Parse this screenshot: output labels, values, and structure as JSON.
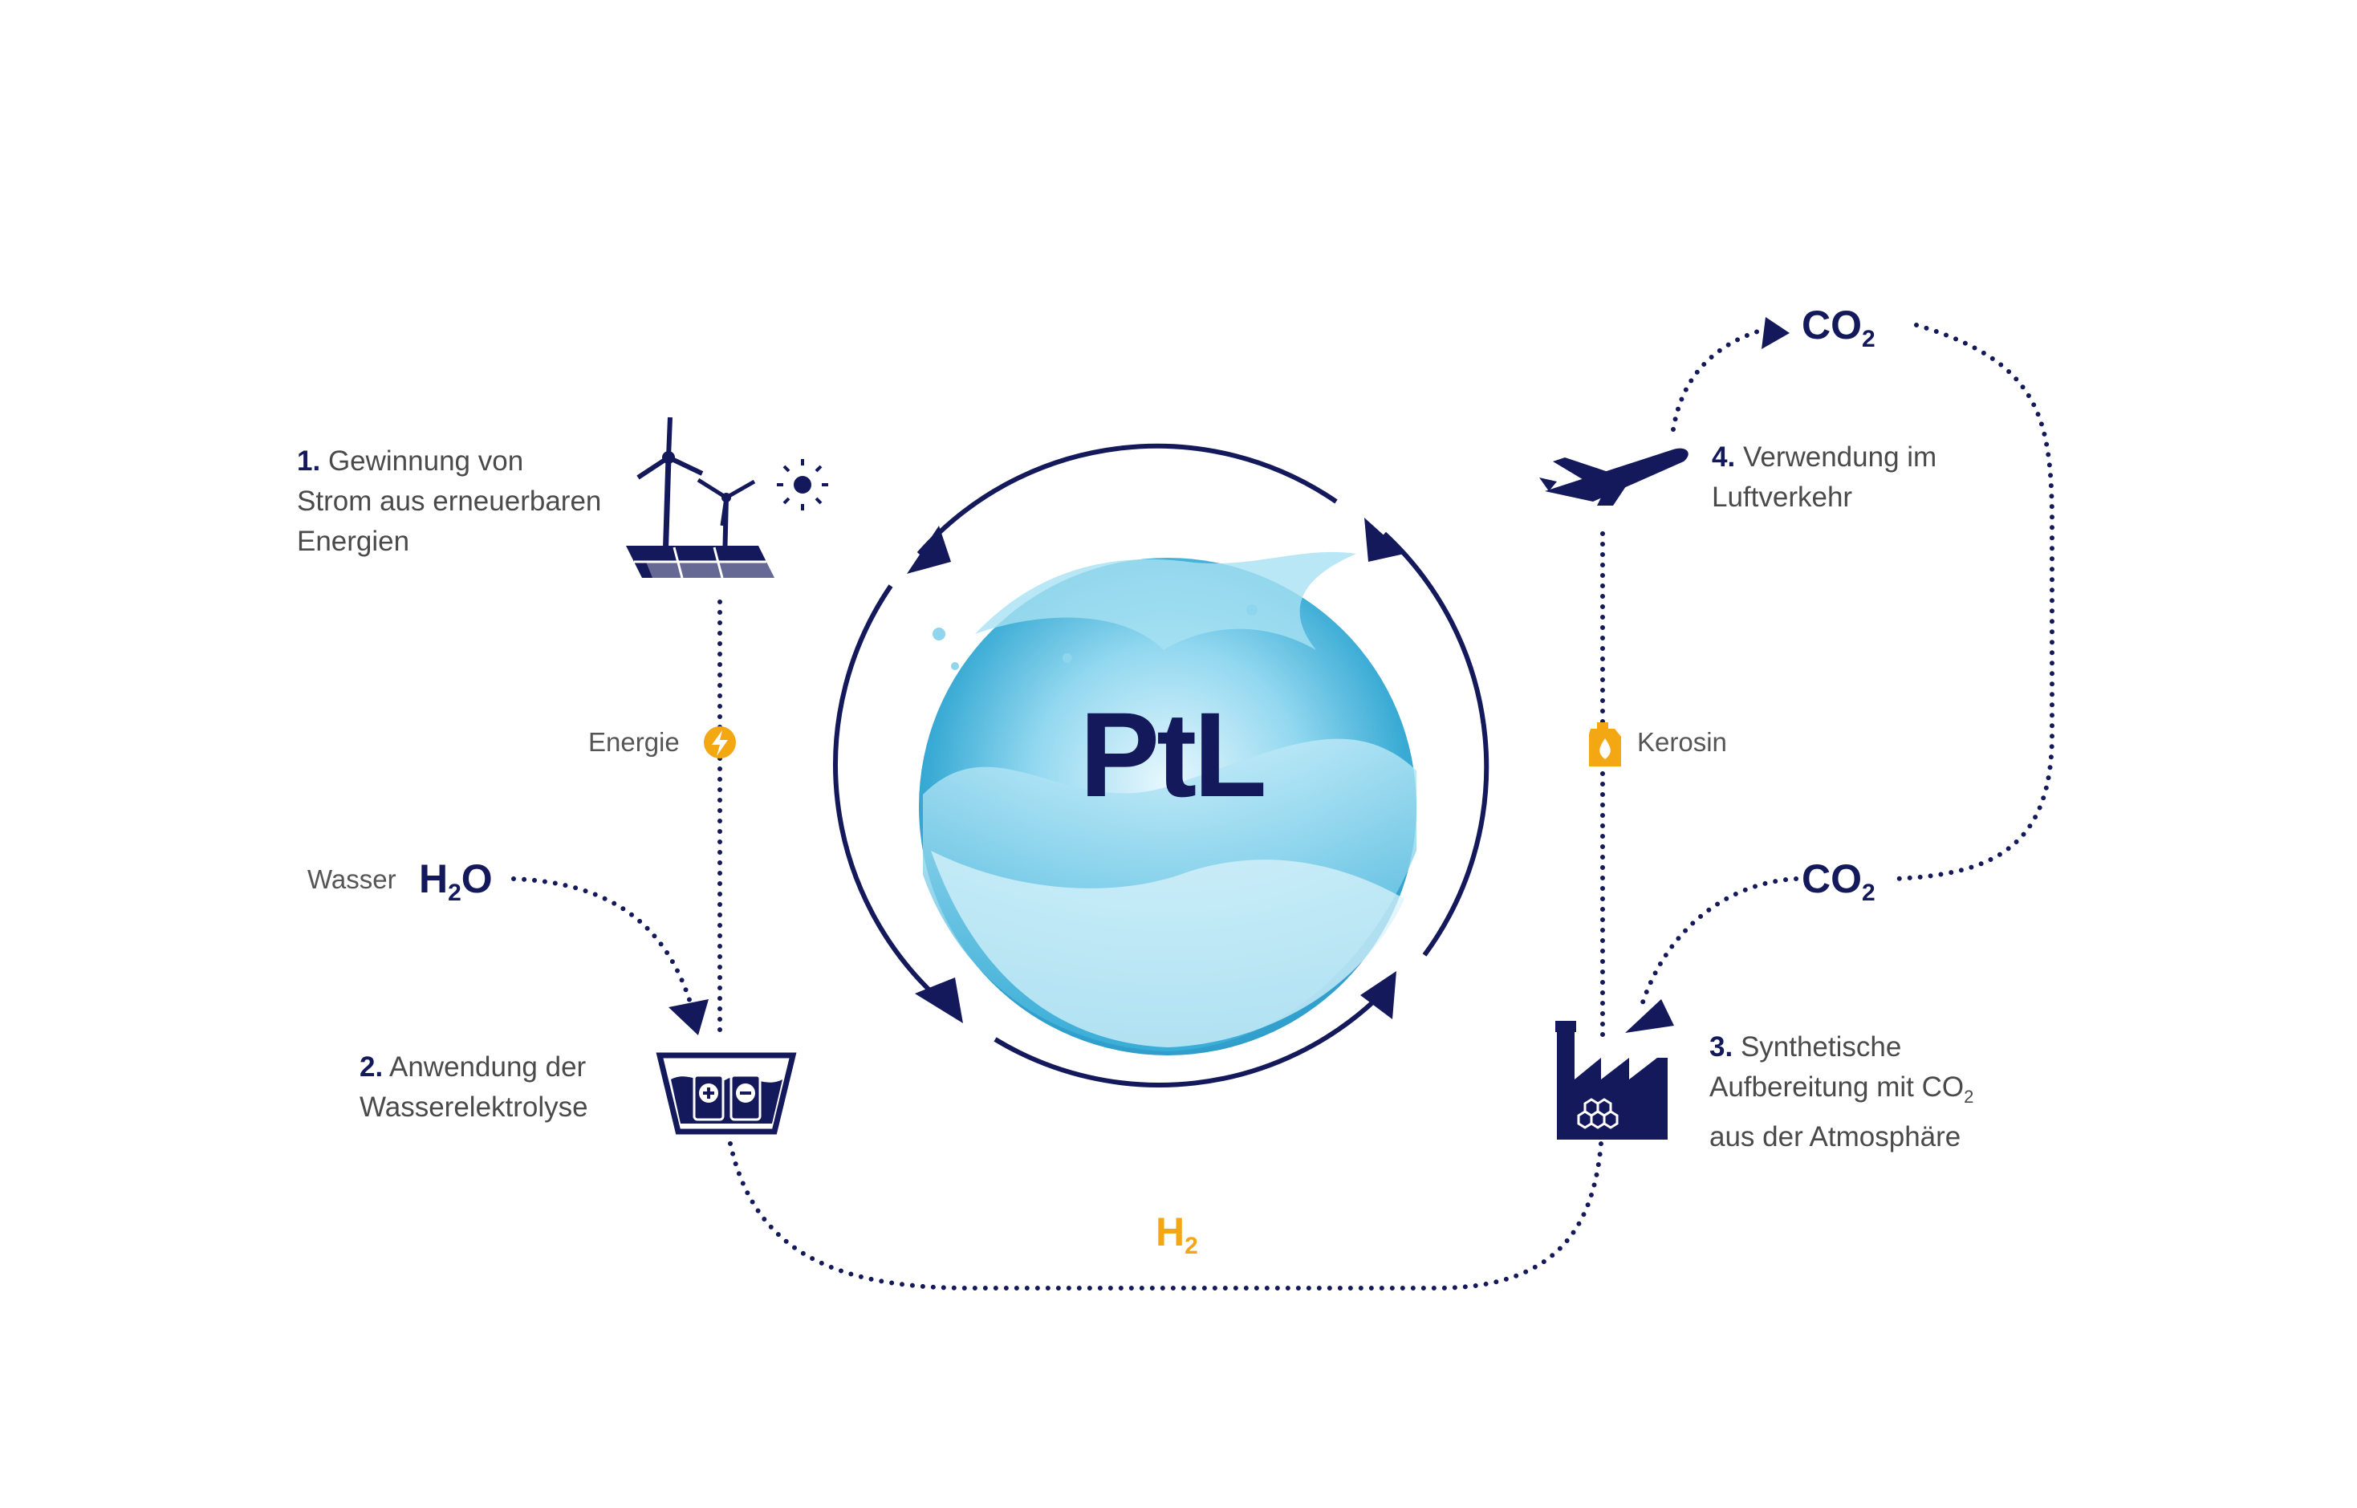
{
  "center": {
    "label": "PtL"
  },
  "colors": {
    "navy": "#13195b",
    "accent": "#f3a712",
    "water": "#4db8dc"
  },
  "steps": {
    "step1": {
      "number": "1.",
      "lines": [
        "Gewinnung von",
        "Strom aus erneuerbaren",
        "Energien"
      ],
      "icon": "wind-solar-icon"
    },
    "step2": {
      "number": "2.",
      "lines": [
        "Anwendung der",
        "Wasserelektrolyse"
      ],
      "icon": "electrolysis-icon"
    },
    "step3": {
      "number": "3.",
      "lines": [
        "Synthetische",
        "Aufbereitung mit CO",
        "aus der Atmosphäre"
      ],
      "subscript": "2",
      "icon": "factory-icon"
    },
    "step4": {
      "number": "4.",
      "lines": [
        "Verwendung im",
        "Luftverkehr"
      ],
      "icon": "airplane-icon"
    }
  },
  "flows": {
    "energie": "Energie",
    "wasser": "Wasser",
    "h2o": {
      "main": "H",
      "sub": "2",
      "tail": "O"
    },
    "kerosin": "Kerosin",
    "co2_top": {
      "main": "CO",
      "sub": "2"
    },
    "co2_mid": {
      "main": "CO",
      "sub": "2"
    },
    "h2": {
      "main": "H",
      "sub": "2"
    }
  }
}
